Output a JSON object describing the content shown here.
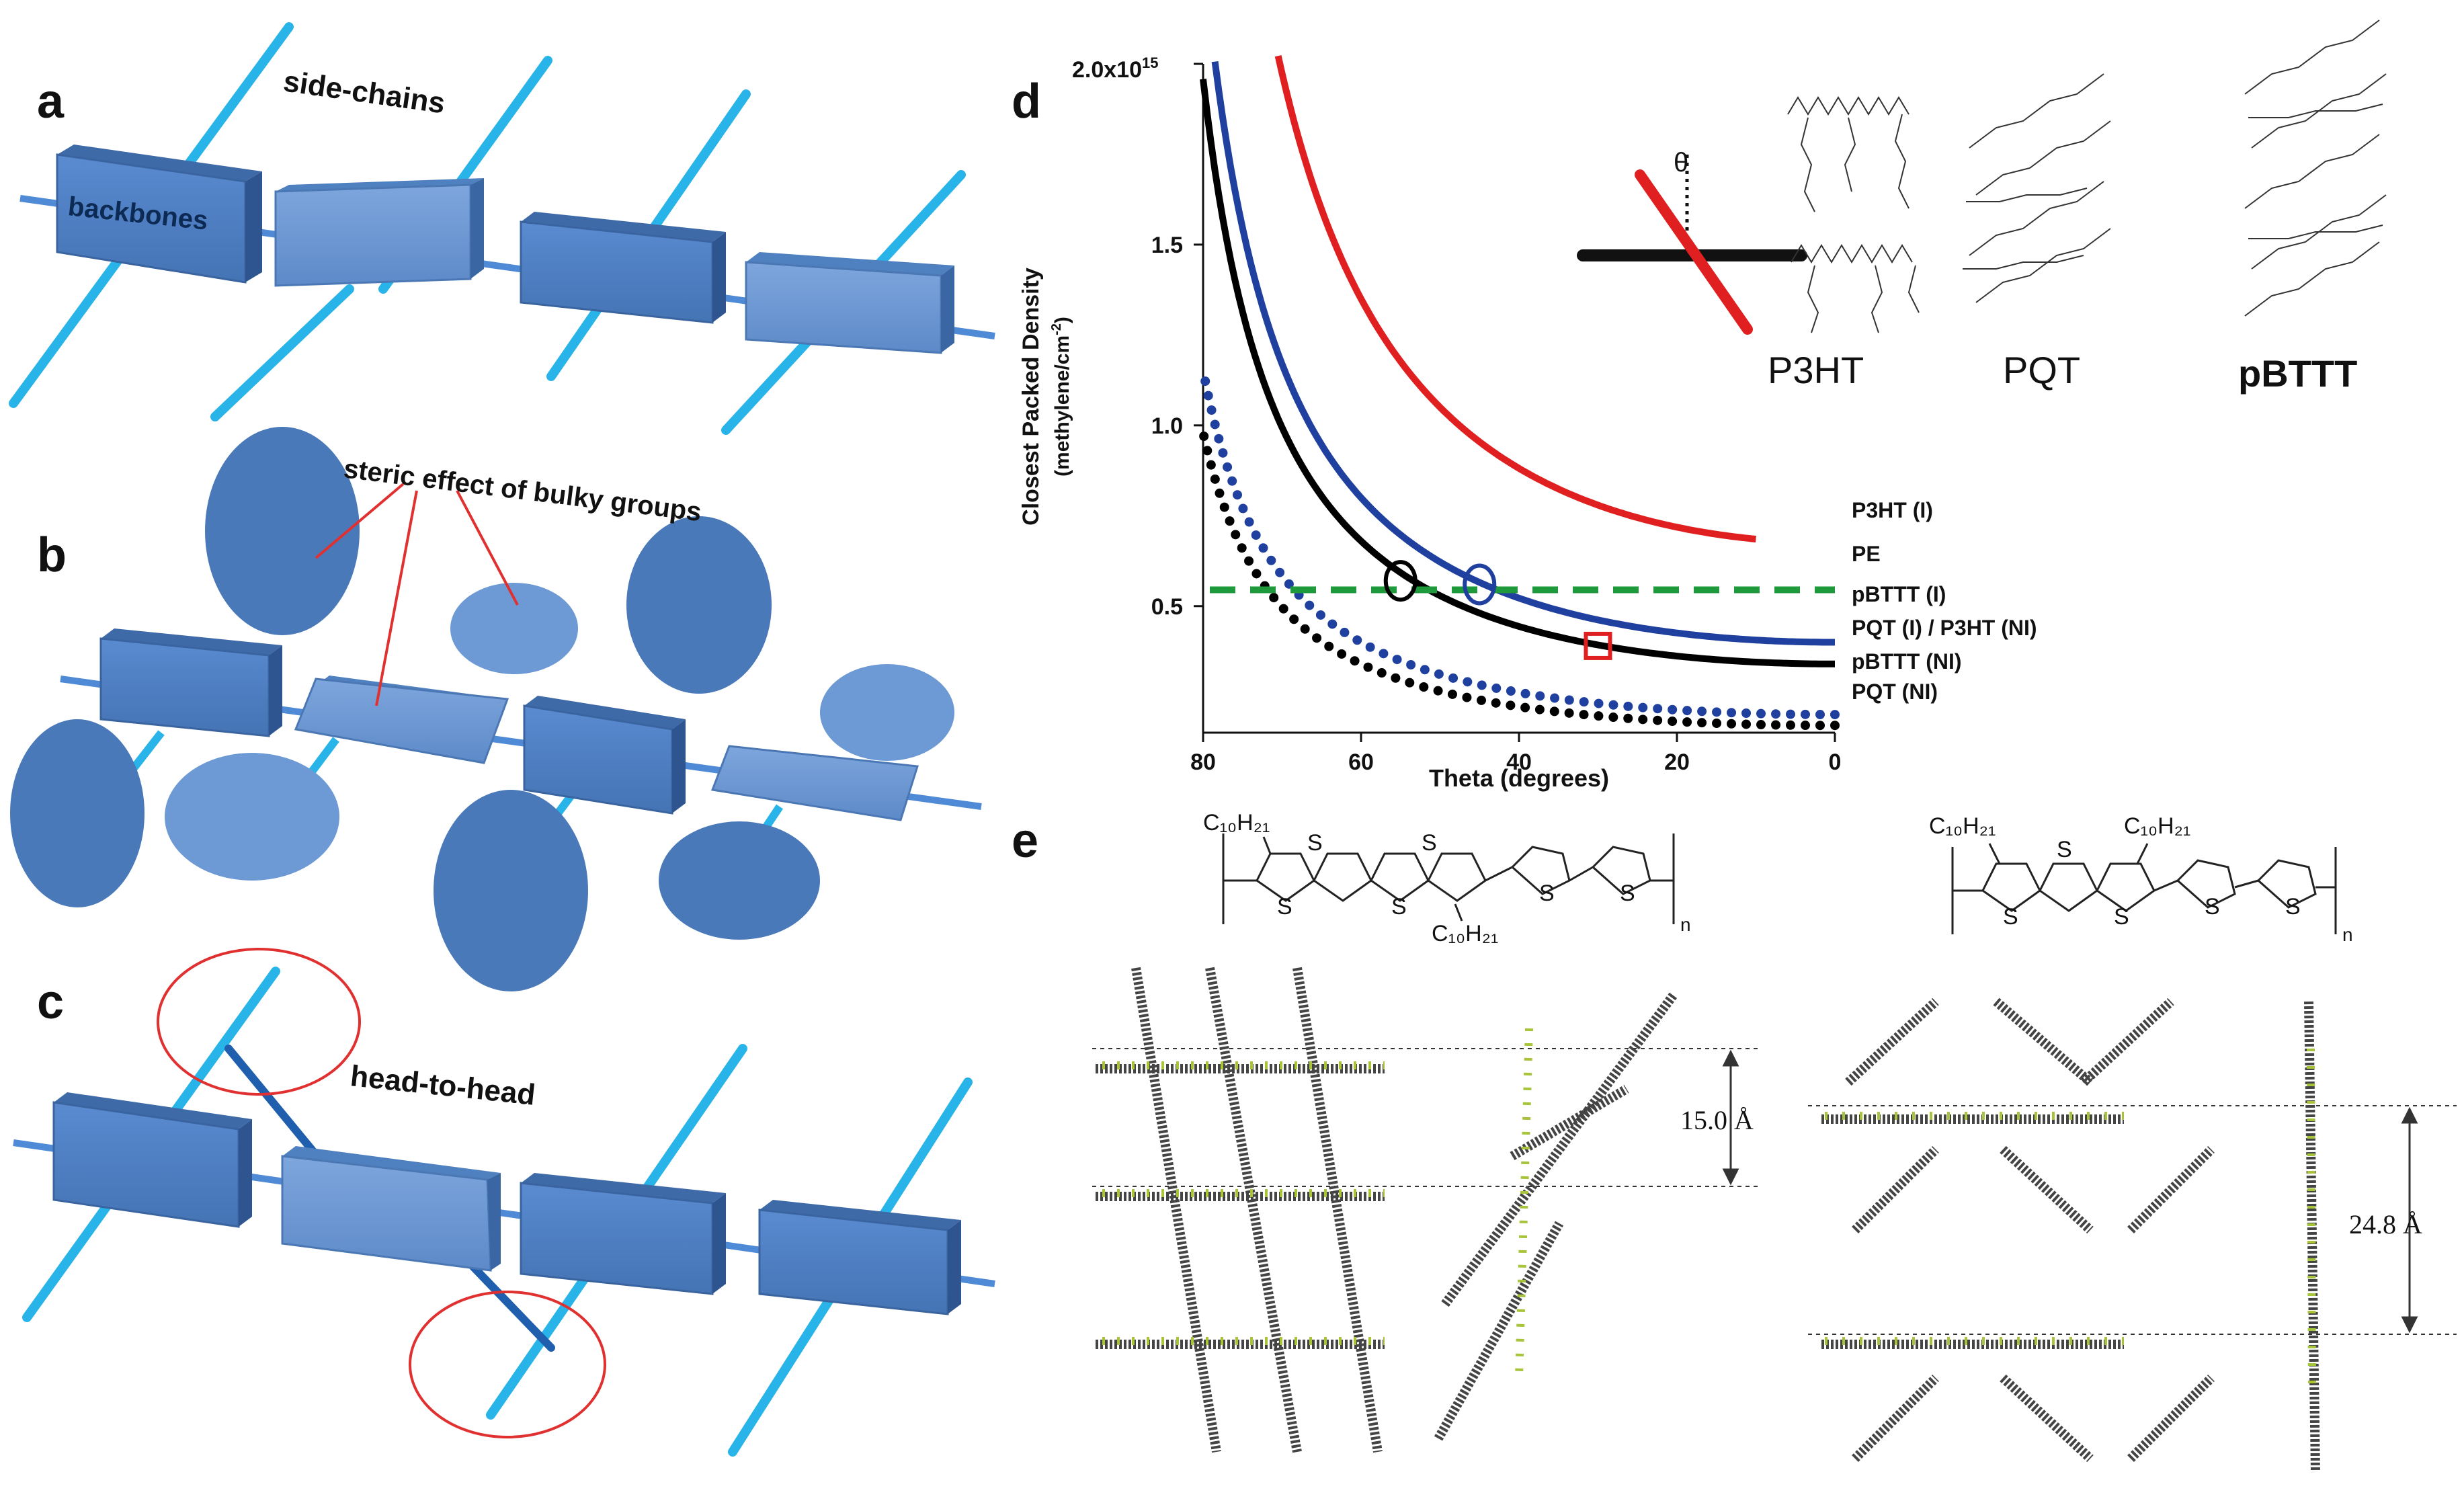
{
  "panels": {
    "a": {
      "letter": "a",
      "label_sidechains": "side-chains",
      "label_backbones": "backbones"
    },
    "b": {
      "letter": "b",
      "label_steric": "steric effect of bulky groups"
    },
    "c": {
      "letter": "c",
      "label_headtohead": "head-to-head"
    },
    "d": {
      "letter": "d"
    },
    "e": {
      "letter": "e",
      "spacing_left": "15.0 Å",
      "spacing_right": "24.8 Å"
    }
  },
  "colors": {
    "backbone_dark": "#4f7fbf",
    "backbone_light": "#6f9bd6",
    "sidechain": "#28b4e8",
    "sidechain_dark": "#1f5fae",
    "highlight": "#e03030",
    "ellipse_dark": "#4a79ba",
    "ellipse_light": "#6d9ad5"
  },
  "structures": {
    "left": {
      "sub_top": "C₁₀H₂₁",
      "sub_bottom": "C₁₀H₂₁",
      "atoms": [
        "S",
        "S",
        "S",
        "S",
        "S",
        "S"
      ],
      "repeat": "n"
    },
    "right": {
      "sub_top_left": "C₁₀H₂₁",
      "sub_top_right": "C₁₀H₂₁",
      "atoms": [
        "S",
        "S",
        "S",
        "S",
        "S"
      ],
      "repeat": "n"
    }
  },
  "inset": {
    "theta": "θ",
    "molecules": [
      "P3HT",
      "PQT",
      "pBTTT"
    ]
  },
  "chart_data": {
    "type": "line",
    "title": "",
    "xlabel": "Theta (degrees)",
    "ylabel": "Closest Packed Density (methylene/cm⁻²)",
    "xlim": [
      80,
      0
    ],
    "ylim": [
      0.15,
      2.0
    ],
    "y_unit_exponent": "x10¹⁵",
    "x_ticks": [
      80,
      60,
      40,
      20,
      0
    ],
    "x_tick_labels": [
      "80",
      "60",
      "40",
      "20",
      "0"
    ],
    "y_ticks": [
      0.5,
      1.0,
      1.5,
      2.0
    ],
    "y_tick_labels": [
      "0.5",
      "1.0",
      "1.5",
      "2.0x10"
    ],
    "y_top_exponent": "15",
    "series": [
      {
        "name": "P3HT (I)",
        "color": "#e02020",
        "style": "solid",
        "A": 0.675,
        "xmin": 10,
        "xmax": 72
      },
      {
        "name": "pBTTT (I)",
        "color": "#2040a0",
        "style": "solid",
        "A": 0.4,
        "xmin": 0,
        "xmax": 79
      },
      {
        "name": "PQT (I) / P3HT (NI)",
        "color": "#000000",
        "style": "solid",
        "A": 0.34,
        "xmin": 0,
        "xmax": 80
      },
      {
        "name": "pBTTT (NI)",
        "color": "#2040a0",
        "style": "dotted",
        "A": 0.2,
        "xmin": 0,
        "xmax": 80
      },
      {
        "name": "PQT (NI)",
        "color": "#000000",
        "style": "dotted",
        "A": 0.17,
        "xmin": 0,
        "xmax": 80
      }
    ],
    "reference": {
      "name": "PE",
      "y": 0.545,
      "color": "#1e9a3c",
      "style": "dashed"
    },
    "markers": [
      {
        "shape": "ellipse",
        "x": 55,
        "y": 0.57,
        "color": "#000000"
      },
      {
        "shape": "ellipse",
        "x": 45,
        "y": 0.56,
        "color": "#2040a0"
      },
      {
        "shape": "square",
        "x": 30,
        "y": 0.39,
        "color": "#e02020"
      }
    ],
    "legend_placement": "right, inline labels",
    "grid": false
  }
}
